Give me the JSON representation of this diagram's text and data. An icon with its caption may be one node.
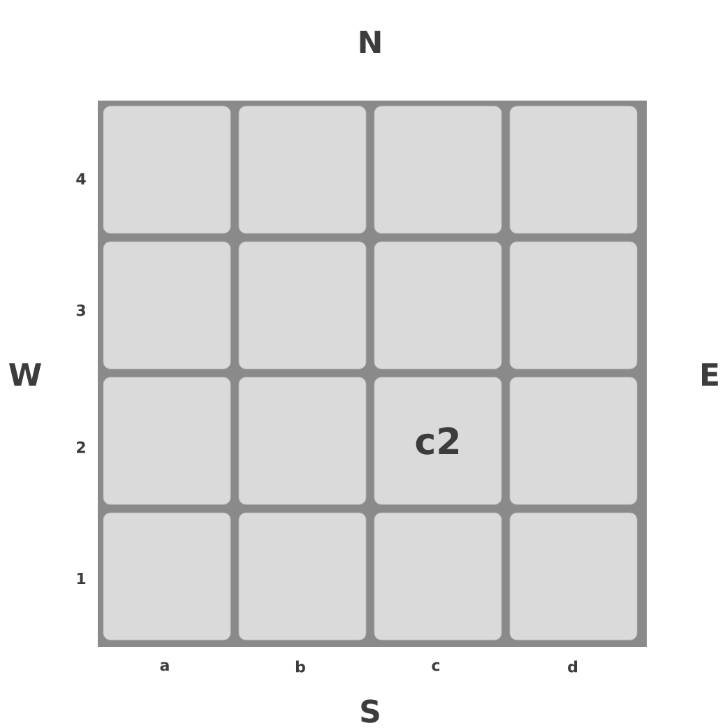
{
  "diagram": {
    "nodes": [
      {
        "text": [],
        "shape": "box"
      },
      {
        "text": [],
        "shape": "box"
      },
      {
        "text": [],
        "shape": "box"
      },
      {
        "text": [],
        "shape": "box"
      },
      {
        "text": [],
        "shape": "box"
      },
      {
        "text": [],
        "shape": "box"
      },
      {
        "text": [],
        "shape": "box"
      },
      {
        "text": [],
        "shape": "box"
      },
      {
        "text": [],
        "shape": "box"
      },
      {
        "text": [],
        "shape": "box"
      },
      {
        "text": [
          "c2"
        ]
      },
      {
        "text": [],
        "shape": "box"
      },
      {
        "text": [],
        "shape": "box"
      },
      {
        "text": [],
        "shape": "box"
      },
      {
        "text": [],
        "shape": "box"
      },
      {
        "text": [],
        "shape": "box"
      }
    ],
    "labels": [
      "N",
      "4",
      "3",
      "W",
      "E",
      "2",
      "1",
      "a",
      "b",
      "c",
      "d",
      "S"
    ]
  }
}
